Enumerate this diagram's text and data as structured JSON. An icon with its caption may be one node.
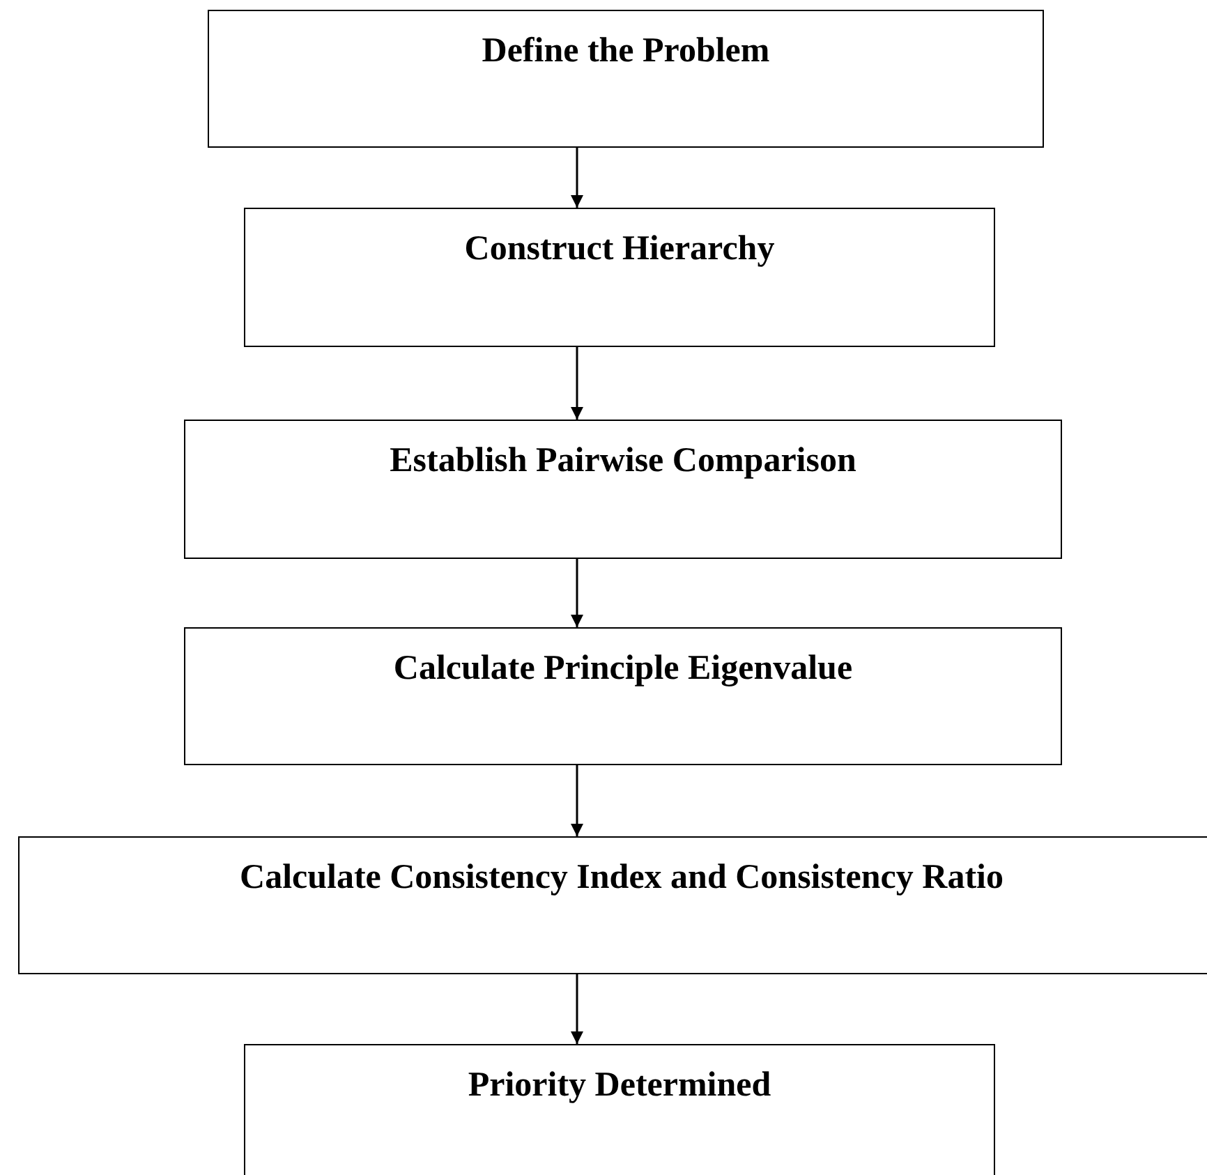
{
  "diagram": {
    "nodes": [
      {
        "text": [
          "Define the Problem"
        ]
      },
      {
        "text": [
          "Construct Hierarchy"
        ]
      },
      {
        "text": [
          "Establish Pairwise Comparison"
        ]
      },
      {
        "text": [
          "Calculate Principle Eigenvalue"
        ]
      },
      {
        "text": [
          "Calculate Consistency Index and Consistency Ratio"
        ]
      },
      {
        "text": [
          "Priority Determined"
        ]
      }
    ],
    "edges": [
      {
        "from": 0,
        "to": 1,
        "arrow": "to"
      },
      {
        "from": 1,
        "to": 2,
        "arrow": "to"
      },
      {
        "from": 2,
        "to": 3,
        "arrow": "to"
      },
      {
        "from": 3,
        "to": 4,
        "arrow": "to"
      },
      {
        "from": 4,
        "to": 5,
        "arrow": "to"
      }
    ]
  }
}
